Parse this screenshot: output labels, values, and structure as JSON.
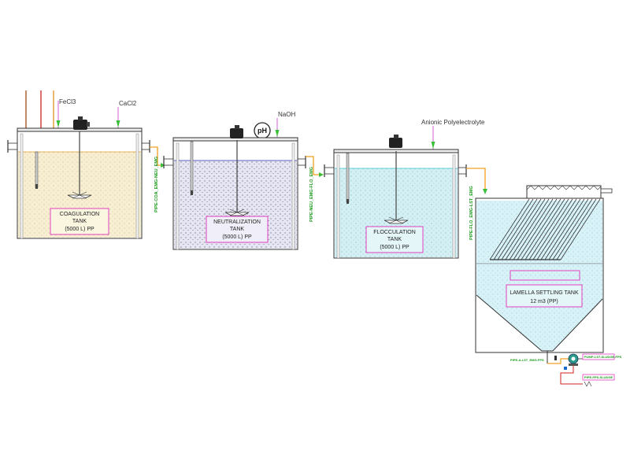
{
  "colors": {
    "outline": "#333333",
    "chem_line": "#d060d0",
    "chem_arrow": "#3bbf3b",
    "label_box": "#e040c0",
    "pipe": "#f0a020",
    "pipe_label": "#1a9a1a",
    "coag_fill": "#f8efd2",
    "neut_fill": "#e4e4f2",
    "floc_fill": "#d4f0f4",
    "lamella_fill": "#d8f2f8",
    "feed_brown": "#a04a10",
    "feed_red": "#d02020",
    "feed_orange": "#e09020"
  },
  "chemicals": {
    "fecl3": "FeCl3",
    "cacl2": "CaCl2",
    "naoh": "NaOH",
    "polyelectrolyte": "Anionic Polyelectrolyte"
  },
  "instruments": {
    "ph_meter": "pH"
  },
  "tanks": {
    "coagulation": {
      "line1": "COAGULATION",
      "line2": "TANK",
      "line3": "(5000 L) PP"
    },
    "neutralization": {
      "line1": "NEUTRALIZATION",
      "line2": "TANK",
      "line3": "(5000 L) PP"
    },
    "flocculation": {
      "line1": "FLOCCULATION",
      "line2": "TANK",
      "line3": "(5000 L) PP"
    },
    "lamella": {
      "line1": "LAMELLA SETTLING TANK",
      "line2": "12 m3 (PP)"
    }
  },
  "pipes": {
    "coa_neu": "PIPE-COA_EMG-NEU_EMG",
    "neu_flo": "PIPE-NEU_EMG-FLO_EMG",
    "flo_lst": "PIPE-FLO_EMG-LST_EMG",
    "lst_out": "PIPE-A-LST_EMG-FPS",
    "pump_out_1": "PUMP-LST-SLUDGE-FPS",
    "pump_out_2": "PIPE-FPS-SLUDGE"
  }
}
